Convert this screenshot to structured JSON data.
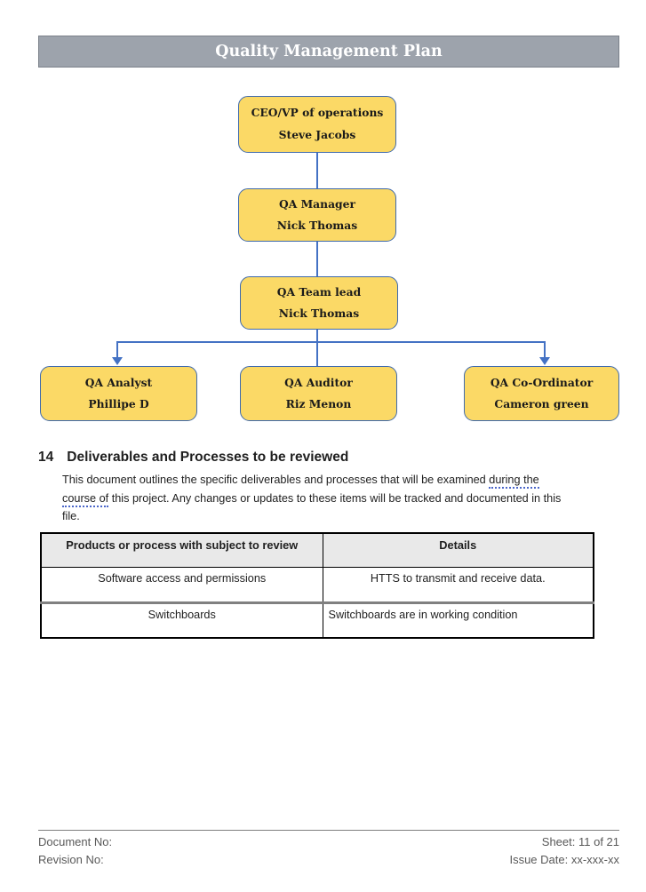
{
  "banner": {
    "title": "Quality Management Plan"
  },
  "org_chart": {
    "nodes": [
      {
        "role": "CEO/VP of operations",
        "name": "Steve Jacobs"
      },
      {
        "role": "QA Manager",
        "name": "Nick Thomas"
      },
      {
        "role": "QA Team lead",
        "name": "Nick Thomas"
      },
      {
        "role": "QA Analyst",
        "name": "Phillipe D"
      },
      {
        "role": "QA Auditor",
        "name": "Riz Menon"
      },
      {
        "role": "QA Co-Ordinator",
        "name": "Cameron green"
      }
    ]
  },
  "section": {
    "number": "14",
    "heading": "Deliverables and Processes to be reviewed",
    "paragraph": {
      "line1_text": "This document outlines the specific deliverables and processes that will be examined ",
      "line1_underlined": "during the",
      "line2_underlined": "course of",
      "line2_text": " this project. Any changes or updates to these items will be tracked and documented in this",
      "line3_text": "file."
    }
  },
  "table": {
    "headers": [
      "Products or process with subject to review",
      "Details"
    ],
    "rows": [
      [
        "Software access and permissions",
        "HTTS to transmit and receive data."
      ],
      [
        "Switchboards",
        "Switchboards are in working condition"
      ]
    ]
  },
  "footer": {
    "document_no": "Document No:",
    "revision_no": "Revision No:",
    "sheet": "Sheet: 11 of 21",
    "issue_date": "Issue Date: xx-xxx-xx"
  },
  "colors": {
    "banner-bg": "#9da3ac",
    "banner-border": "#7b818a",
    "banner-text": "#ffffff",
    "box-fill": "#fbd966",
    "box-border": "#3f6aad",
    "connector": "#4472c4",
    "underline": "#4b66c9",
    "table-header-bg": "#e9e9e9",
    "table-border": "#000000",
    "row-divider": "#808080",
    "footer-text": "#595959",
    "text": "#1f1f1f"
  }
}
